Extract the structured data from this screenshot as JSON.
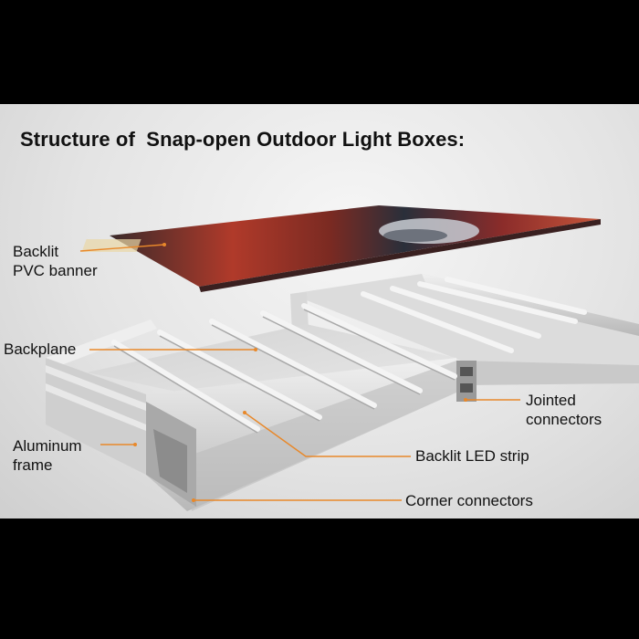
{
  "title": "Structure of  Snap-open Outdoor Light Boxes:",
  "labels": {
    "banner_line1": "Backlit",
    "banner_line2": "PVC banner",
    "backplane": "Backplane",
    "frame_line1": "Aluminum",
    "frame_line2": "frame",
    "jointed_line1": "Jointed",
    "jointed_line2": "connectors",
    "led_strip": "Backlit LED strip",
    "corner": "Corner connectors"
  },
  "colors": {
    "leader_line": "#e8882a",
    "background": "#000000",
    "panel": "#e6e6e6",
    "text": "#111111"
  }
}
